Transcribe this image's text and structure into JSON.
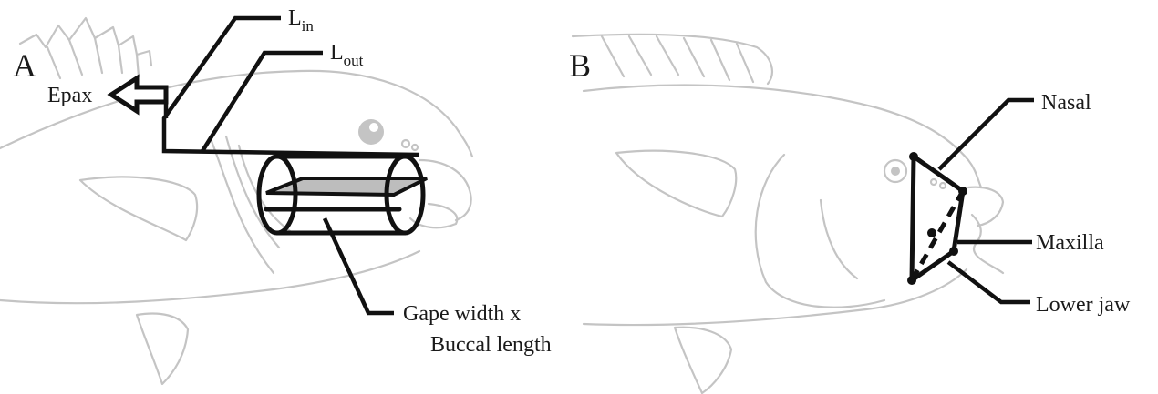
{
  "panel_a": {
    "letter": "A",
    "labels": {
      "l_in_main": "L",
      "l_in_sub": "in",
      "l_out_main": "L",
      "l_out_sub": "out",
      "epax": "Epax",
      "gape_line1": "Gape width x",
      "gape_line2": "Buccal length"
    }
  },
  "panel_b": {
    "letter": "B",
    "labels": {
      "nasal": "Nasal",
      "maxilla": "Maxilla",
      "lower_jaw": "Lower jaw"
    }
  },
  "colors": {
    "outline_grey": "#c4c4c4",
    "ink": "#111111",
    "buccal_fill": "#bdbdbd"
  }
}
